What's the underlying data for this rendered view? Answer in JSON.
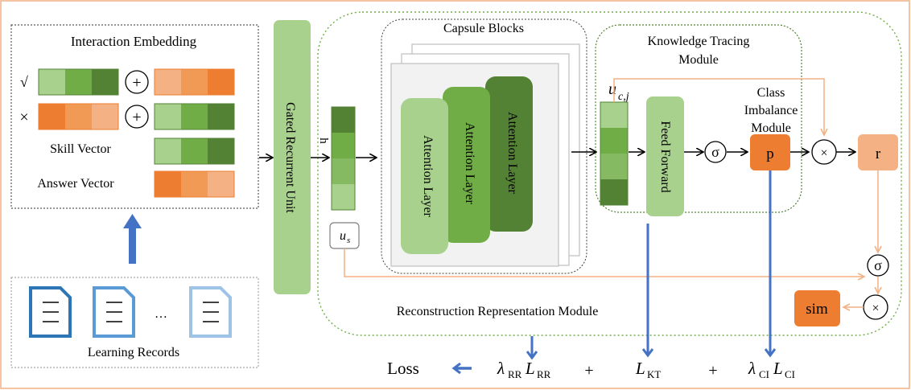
{
  "embedding": {
    "title": "Interaction Embedding",
    "correct_mark": "√",
    "wrong_mark": "×",
    "plus_symbol": "+",
    "skill_vector_label": "Skill Vector",
    "answer_vector_label": "Answer Vector"
  },
  "records": {
    "label": "Learning Records",
    "ellipsis": "…"
  },
  "gru": {
    "label": "Gated Recurrent Unit",
    "h_label": "h",
    "us_label": "u",
    "us_sub": "s"
  },
  "capsule": {
    "title": "Capsule Blocks",
    "layer_label": "Attention Layer"
  },
  "kt": {
    "title_line1": "Knowledge Tracing",
    "title_line2": "Module",
    "ucj_main": "u",
    "ucj_sub": "c,j",
    "feed_forward": "Feed Forward"
  },
  "ci": {
    "line1": "Class",
    "line2": "Imbalance",
    "line3": "Module",
    "p_label": "p",
    "r_label": "r",
    "sim_label": "sim"
  },
  "ops": {
    "sigma": "σ",
    "times": "×"
  },
  "rr": {
    "label": "Reconstruction Representation Module"
  },
  "loss": {
    "label": "Loss",
    "lambda": "λ",
    "rr_sub": "RR",
    "kt_sub": "KT",
    "ci_sub": "CI",
    "L": "L",
    "plus": "+"
  },
  "colors": {
    "green_light": "#a9d18e",
    "green_mid": "#70ad47",
    "green_dark": "#548235",
    "orange_light": "#f4b183",
    "orange_mid": "#f09a56",
    "orange_dark": "#ed7d31",
    "blue_arrow": "#4472c4",
    "records_blue": "#2e75b6",
    "records_blue_light": "#9dc3e6",
    "border_orange": "#f4b183",
    "dotted_green": "#70ad47",
    "gru_fill": "#a9d18e"
  }
}
